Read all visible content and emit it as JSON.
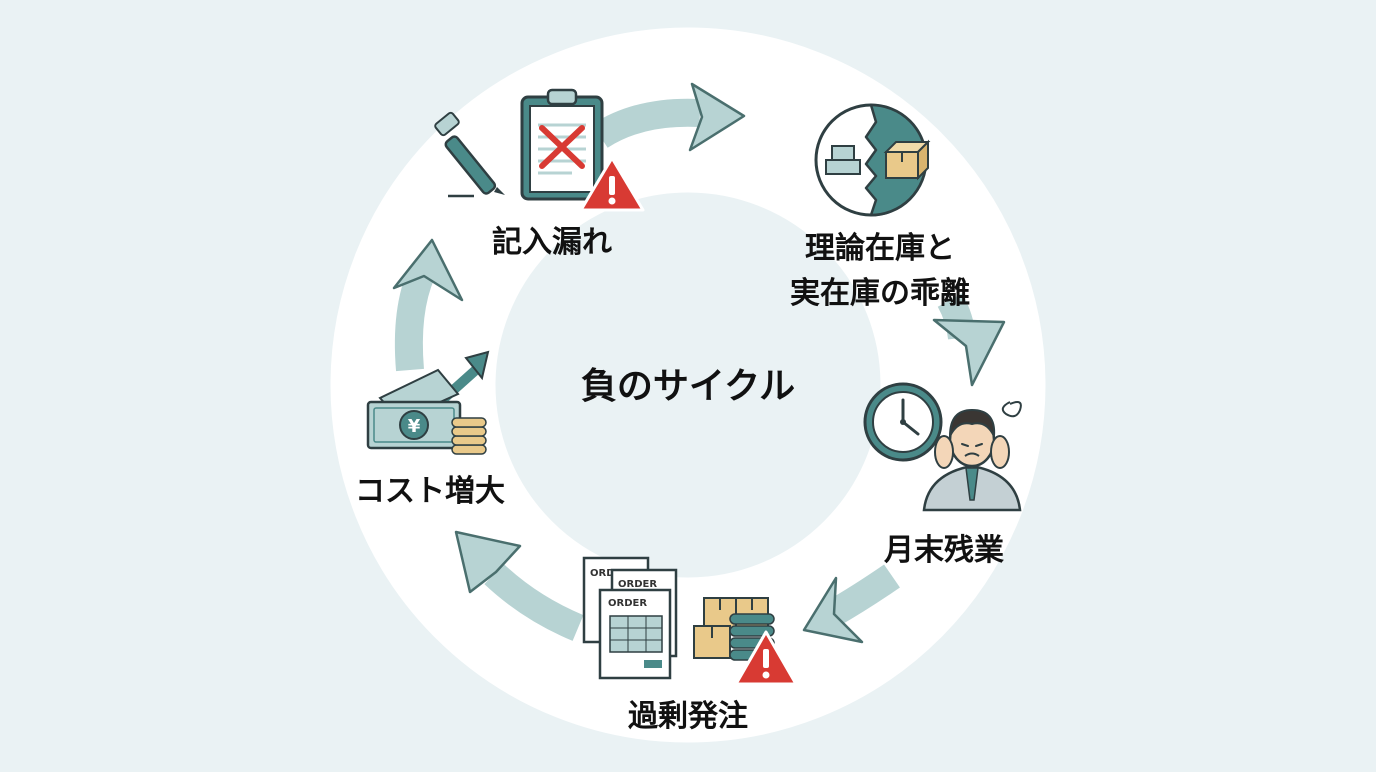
{
  "center_title": "負のサイクル",
  "stages": [
    {
      "id": "entry_omission",
      "label": "記入漏れ",
      "icons": [
        "pen-icon",
        "clipboard-error-icon",
        "warning-icon"
      ]
    },
    {
      "id": "inventory_gap",
      "label_lines": [
        "理論在庫と",
        "実在庫の乖離"
      ],
      "icons": [
        "split-inventory-icon"
      ]
    },
    {
      "id": "overtime",
      "label": "月末残業",
      "icons": [
        "clock-icon",
        "stressed-worker-icon"
      ]
    },
    {
      "id": "over_ordering",
      "label": "過剰発注",
      "icons": [
        "order-sheets-icon",
        "stacked-boxes-icon",
        "warning-icon"
      ],
      "order_text": "ORDER"
    },
    {
      "id": "cost_increase",
      "label": "コスト増大",
      "icons": [
        "yen-banknote-icon",
        "coin-stack-icon",
        "up-arrow-icon"
      ],
      "currency_symbol": "¥"
    }
  ],
  "colors": {
    "background": "#eaf2f4",
    "ring": "#ffffff",
    "arrow": "#b7d3d3",
    "accent": "#4a8a89",
    "warning": "#d83a33",
    "box": "#e9c98a"
  }
}
